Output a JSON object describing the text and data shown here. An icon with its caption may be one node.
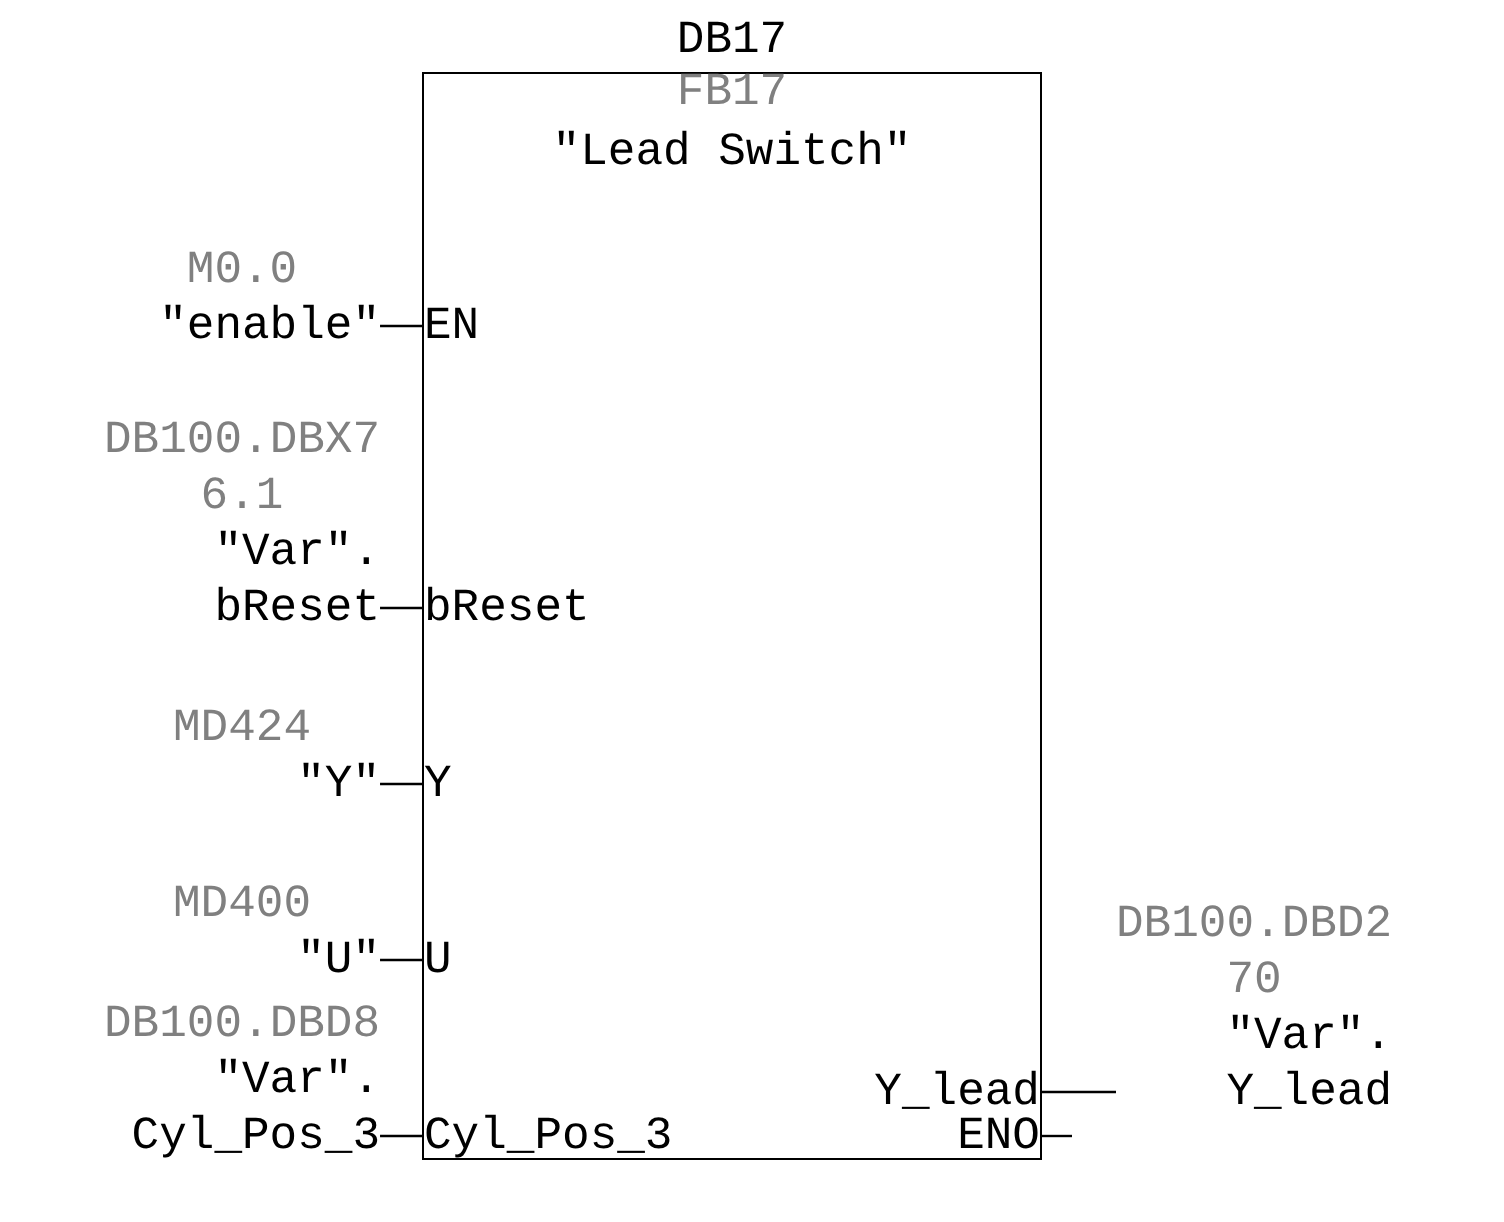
{
  "diagram": {
    "nodes": [
      {
        "text": [
          "DB17",
          "FB17",
          "\"Lead Switch\""
        ]
      },
      {
        "text": [
          "M0.0",
          "\"enable\""
        ]
      },
      {
        "text": [
          "EN"
        ],
        "in": 0
      },
      {
        "text": [
          "DB100.DBX76.1",
          "\"Var\". bReset"
        ]
      },
      {
        "text": [
          "bReset"
        ],
        "in": 0
      },
      {
        "text": [
          "MD424",
          "\"Y\""
        ]
      },
      {
        "text": [
          "Y"
        ],
        "in": 0
      },
      {
        "text": [
          "MD400",
          "\"U\""
        ]
      },
      {
        "text": [
          "U"
        ],
        "in": 0
      },
      {
        "text": [
          "DB100.DBD270",
          "\"Var\". Y_lead"
        ]
      },
      {
        "text": [
          "Y_lead"
        ],
        "in": 0
      },
      {
        "text": [
          "DB100.DBD8",
          "\"Var\". Cyl_Pos_3"
        ]
      },
      {
        "text": [
          "Cyl_Pos_3"
        ],
        "in": 0
      },
      {
        "text": [
          "ENO"
        ],
        "in": 0
      }
    ],
    "edges": [
      {
        "from": 1,
        "to": 2,
        "arrow": "none"
      },
      {
        "from": 3,
        "to": 4,
        "arrow": "none"
      },
      {
        "from": 5,
        "to": 6,
        "arrow": "none"
      },
      {
        "from": 7,
        "to": 8,
        "arrow": "none"
      },
      {
        "from": 10,
        "to": 9,
        "arrow": "none"
      },
      {
        "from": 11,
        "to": 12,
        "arrow": "none"
      },
      {
        "from": 13,
        "to": null,
        "arrow": "none"
      }
    ]
  }
}
